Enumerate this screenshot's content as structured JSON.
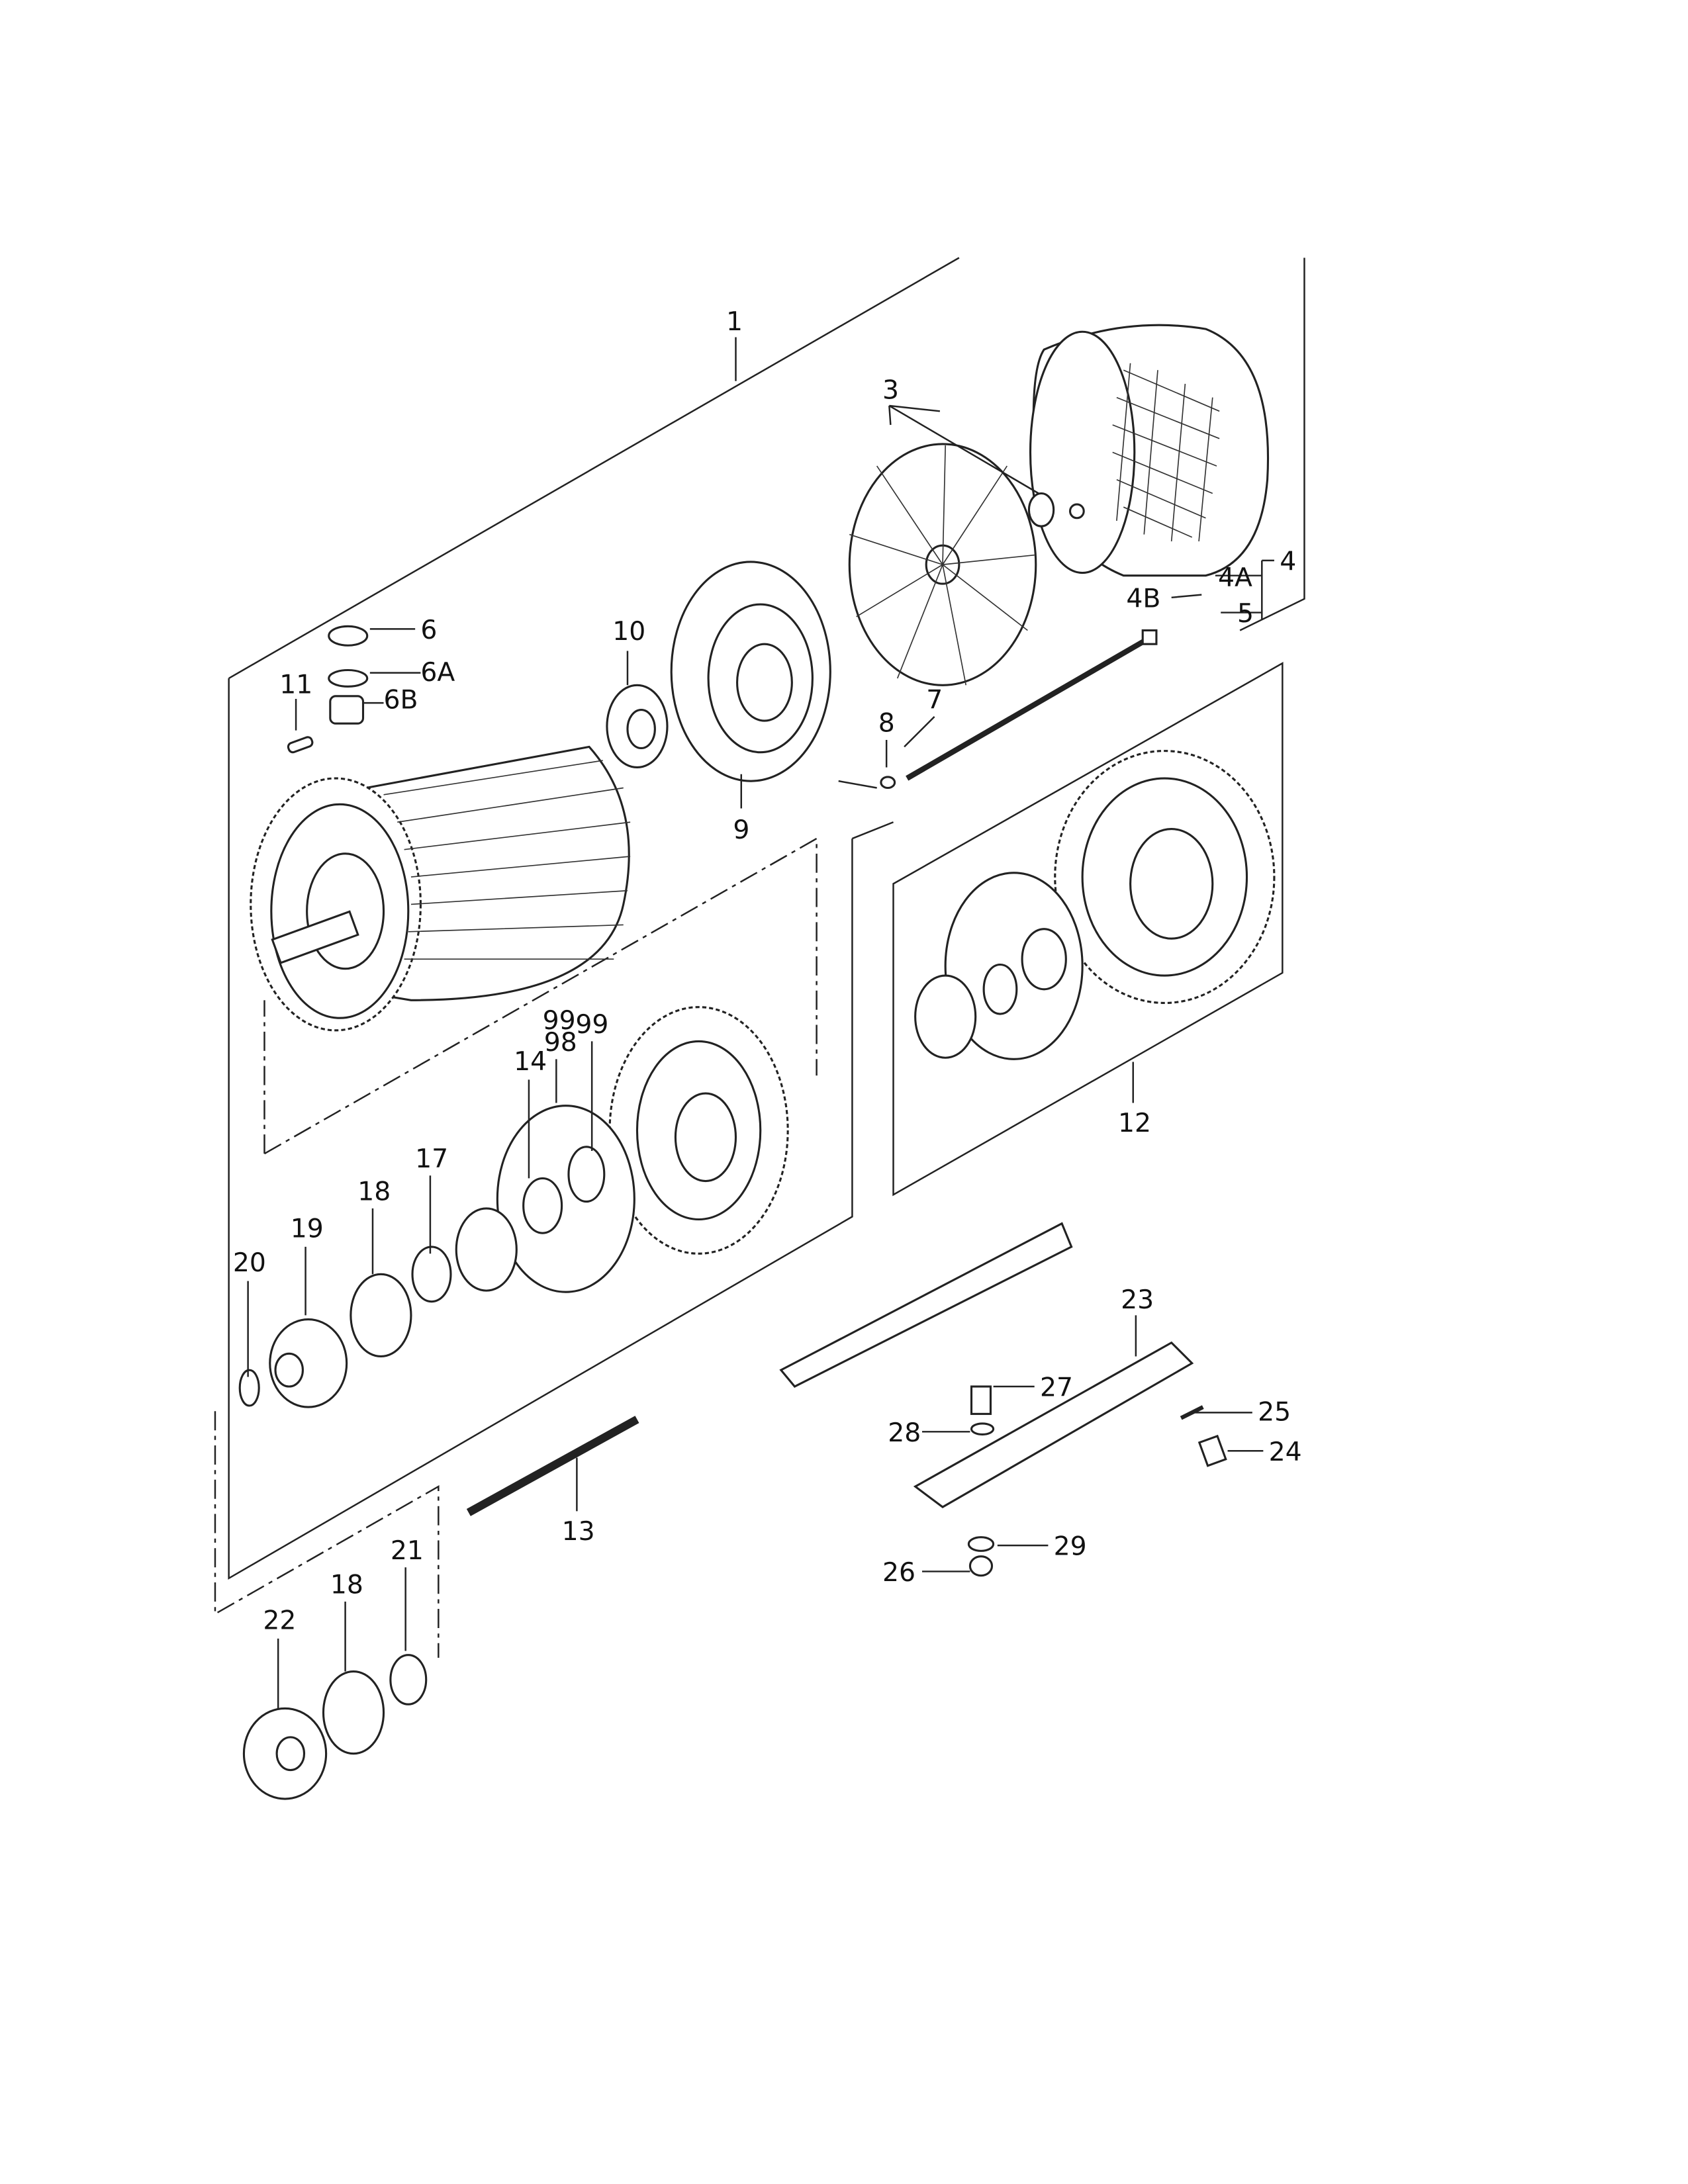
{
  "diagram": {
    "callouts": [
      {
        "id": "1",
        "label": "1"
      },
      {
        "id": "3",
        "label": "3"
      },
      {
        "id": "4",
        "label": "4"
      },
      {
        "id": "4A",
        "label": "4A"
      },
      {
        "id": "4B",
        "label": "4B"
      },
      {
        "id": "5",
        "label": "5"
      },
      {
        "id": "6",
        "label": "6"
      },
      {
        "id": "6A",
        "label": "6A"
      },
      {
        "id": "6B",
        "label": "6B"
      },
      {
        "id": "7",
        "label": "7"
      },
      {
        "id": "8",
        "label": "8"
      },
      {
        "id": "9",
        "label": "9"
      },
      {
        "id": "10",
        "label": "10"
      },
      {
        "id": "11",
        "label": "11"
      },
      {
        "id": "12",
        "label": "12"
      },
      {
        "id": "13",
        "label": "13"
      },
      {
        "id": "14",
        "label": "14"
      },
      {
        "id": "98",
        "label": "98"
      },
      {
        "id": "99a",
        "label": "99"
      },
      {
        "id": "99b",
        "label": "99"
      },
      {
        "id": "17",
        "label": "17"
      },
      {
        "id": "18a",
        "label": "18"
      },
      {
        "id": "19",
        "label": "19"
      },
      {
        "id": "20",
        "label": "20"
      },
      {
        "id": "21",
        "label": "21"
      },
      {
        "id": "18b",
        "label": "18"
      },
      {
        "id": "22",
        "label": "22"
      },
      {
        "id": "23",
        "label": "23"
      },
      {
        "id": "24",
        "label": "24"
      },
      {
        "id": "25",
        "label": "25"
      },
      {
        "id": "26",
        "label": "26"
      },
      {
        "id": "27",
        "label": "27"
      },
      {
        "id": "28",
        "label": "28"
      },
      {
        "id": "29",
        "label": "29"
      }
    ]
  }
}
